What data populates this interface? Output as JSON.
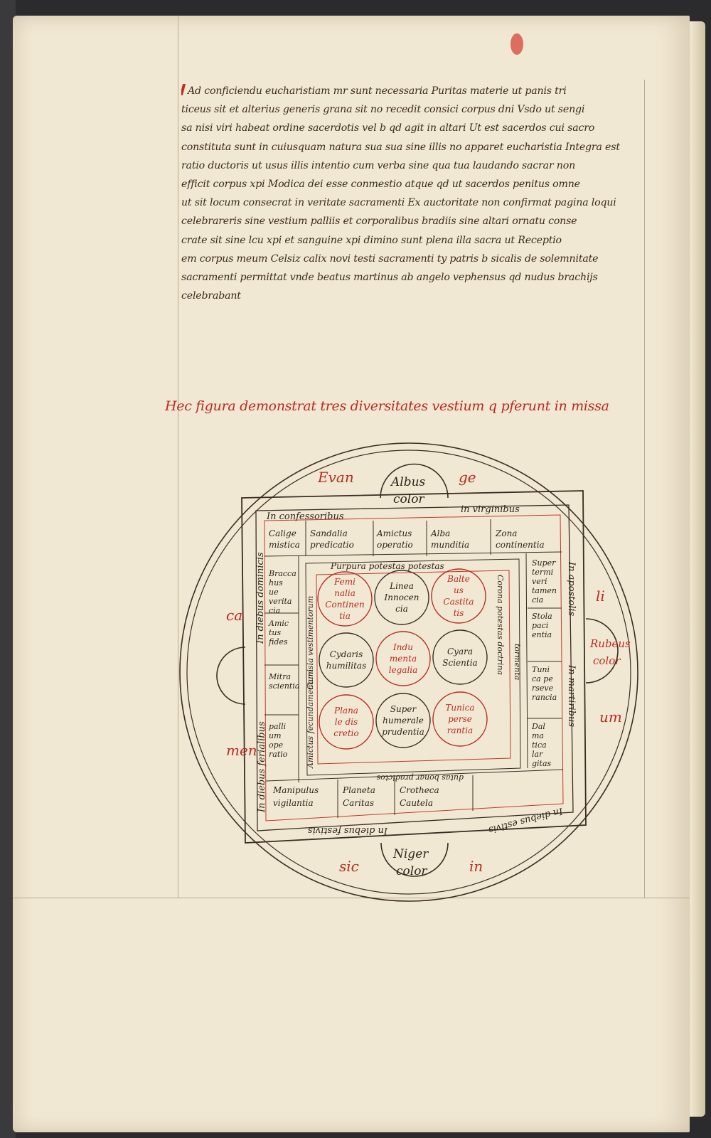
{
  "manuscript": {
    "text_lines": [
      "Ad conficiendu eucharistiam mr sunt necessaria Puritas materie ut panis tri",
      "ticeus sit et alterius generis grana sit no recedit consici corpus dni Vsdo ut sengi",
      "sa nisi viri habeat ordine sacerdotis vel b qd agit in altari Ut est sacerdos cui sacro",
      "constituta sunt in cuiusquam natura sua sua sine illis no apparet eucharistia Integra est",
      "ratio ductoris ut usus illis intentio cum verba sine qua tua laudando sacrar non",
      "efficit corpus xpi Modica dei esse conmestio atque qd ut sacerdos penitus omne",
      "ut sit locum consecrat in veritate sacramenti Ex auctoritate non confirmat pagina loqui",
      "celebrareris sine vestium palliis et corporalibus bradiis sine altari ornatu conse",
      "crate sit sine lcu xpi et sanguine xpi dimino sunt plena illa sacra ut Receptio",
      "em corpus meum Celsiz calix novi testi sacramenti ty patris b sicalis de solemnitate",
      "sacramenti permittat vnde beatus martinus ab angelo vephensus qd nudus brachijs",
      "celebrabant"
    ],
    "caption": "Hec figura demonstrat tres diversitates vestium q pferunt in missa"
  },
  "diagram": {
    "colors": {
      "ink": "#3a2c22",
      "rubric": "#b92a22",
      "ruling": "#c0392b"
    },
    "outer_ring": [
      "Evan",
      "ge",
      "li",
      "um",
      "ca",
      "men",
      "in",
      "sic"
    ],
    "gate_top": [
      "Albus",
      "color"
    ],
    "gate_right": [
      "Rubeus",
      "color"
    ],
    "gate_bottom": [
      "Niger",
      "color"
    ],
    "band_labels": {
      "top_left": "In confessoribus",
      "top_right": "in virginibus",
      "right_upper": "In apostolis",
      "right_lower": "In martiribus",
      "bottom": "In diebus festivis",
      "bottom_right": "In diebus estivis",
      "left_lower": "In diebus ferialibus",
      "left_upper": "In diebus dominicis"
    },
    "top_cells": [
      [
        "Calige",
        "mistica"
      ],
      [
        "Sandalia",
        "predicatio"
      ],
      [
        "Amictus",
        "operatio"
      ],
      [
        "Alba",
        "munditia"
      ],
      [
        "Zona",
        "continentia"
      ]
    ],
    "right_cells": [
      [
        "Super",
        "termi",
        "veri",
        "tamen",
        "cia"
      ],
      [
        "Stola",
        "paci",
        "entia"
      ],
      [
        "Tuni",
        "ca pe",
        "rseve",
        "rancia"
      ],
      [
        "Dal",
        "ma",
        "tica",
        "lar",
        "gitas"
      ]
    ],
    "left_cells": [
      [
        "Bracca",
        "hus",
        "ue",
        "verita",
        "cia"
      ],
      [
        "Amic",
        "tus",
        "fides"
      ],
      [
        "Mitra",
        "scientia"
      ],
      [
        "palli",
        "um",
        "ope",
        "ratio"
      ]
    ],
    "bottom_cells": [
      [
        "Manipulus",
        "vigilantia"
      ],
      [
        "Planeta",
        "Caritas"
      ],
      [
        "Crotheca",
        "Cautela"
      ]
    ],
    "inner_band": {
      "top": "Purpura potestas potestas",
      "bottom": "dutas bonar pradictos",
      "left": "Camisia vestimentorum",
      "right_a": "Corona potestas doctrina",
      "right_b": "tormenta",
      "left_b": "Amictus fecundamentum"
    },
    "circles": [
      {
        "lines": [
          "Femi",
          "nalia",
          "Continen",
          "tia"
        ],
        "red": true
      },
      {
        "lines": [
          "Linea",
          "Innocen",
          "cia"
        ],
        "red": false
      },
      {
        "lines": [
          "Balte",
          "us",
          "Castita",
          "tis"
        ],
        "red": true
      },
      {
        "lines": [
          "Cydaris",
          "humilitas"
        ],
        "red": false
      },
      {
        "lines": [
          "Indu",
          "menta",
          "legalia"
        ],
        "red": true
      },
      {
        "lines": [
          "Cyara",
          "Scientia"
        ],
        "red": false
      },
      {
        "lines": [
          "Plana",
          "le dis",
          "cretio"
        ],
        "red": true
      },
      {
        "lines": [
          "Super",
          "humerale",
          "prudentia"
        ],
        "red": false
      },
      {
        "lines": [
          "Tunica",
          "perse",
          "rantia"
        ],
        "red": true
      }
    ]
  }
}
